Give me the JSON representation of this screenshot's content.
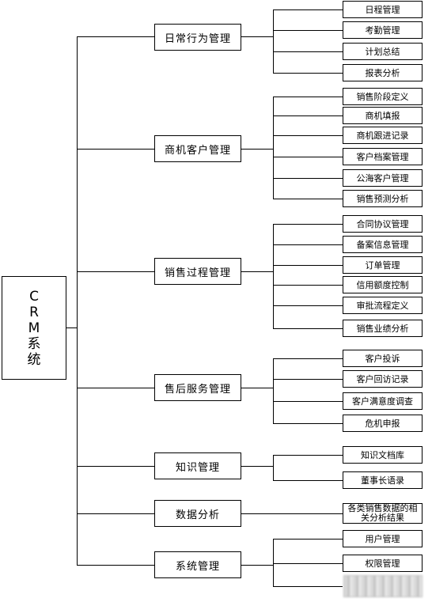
{
  "root": {
    "chars": [
      "C",
      "R",
      "M",
      "系",
      "统"
    ]
  },
  "categories": [
    {
      "label": "日常行为管理",
      "items": [
        "日程管理",
        "考勤管理",
        "计划总结",
        "报表分析"
      ]
    },
    {
      "label": "商机客户管理",
      "items": [
        "销售阶段定义",
        "商机填报",
        "商机跟进记录",
        "客户档案管理",
        "公海客户管理",
        "销售预测分析"
      ]
    },
    {
      "label": "销售过程管理",
      "items": [
        "合同协议管理",
        "备案信息管理",
        "订单管理",
        "信用额度控制",
        "审批流程定义",
        "销售业绩分析"
      ]
    },
    {
      "label": "售后服务管理",
      "items": [
        "客户投诉",
        "客户回访记录",
        "客户满意度调查",
        "危机申报"
      ]
    },
    {
      "label": "知识管理",
      "items": [
        "知识文档库",
        "董事长语录"
      ]
    },
    {
      "label": "数据分析",
      "items": [
        "各类销售数据的相关分析结果"
      ]
    },
    {
      "label": "系统管理",
      "items": [
        "用户管理",
        "权限管理"
      ]
    }
  ]
}
